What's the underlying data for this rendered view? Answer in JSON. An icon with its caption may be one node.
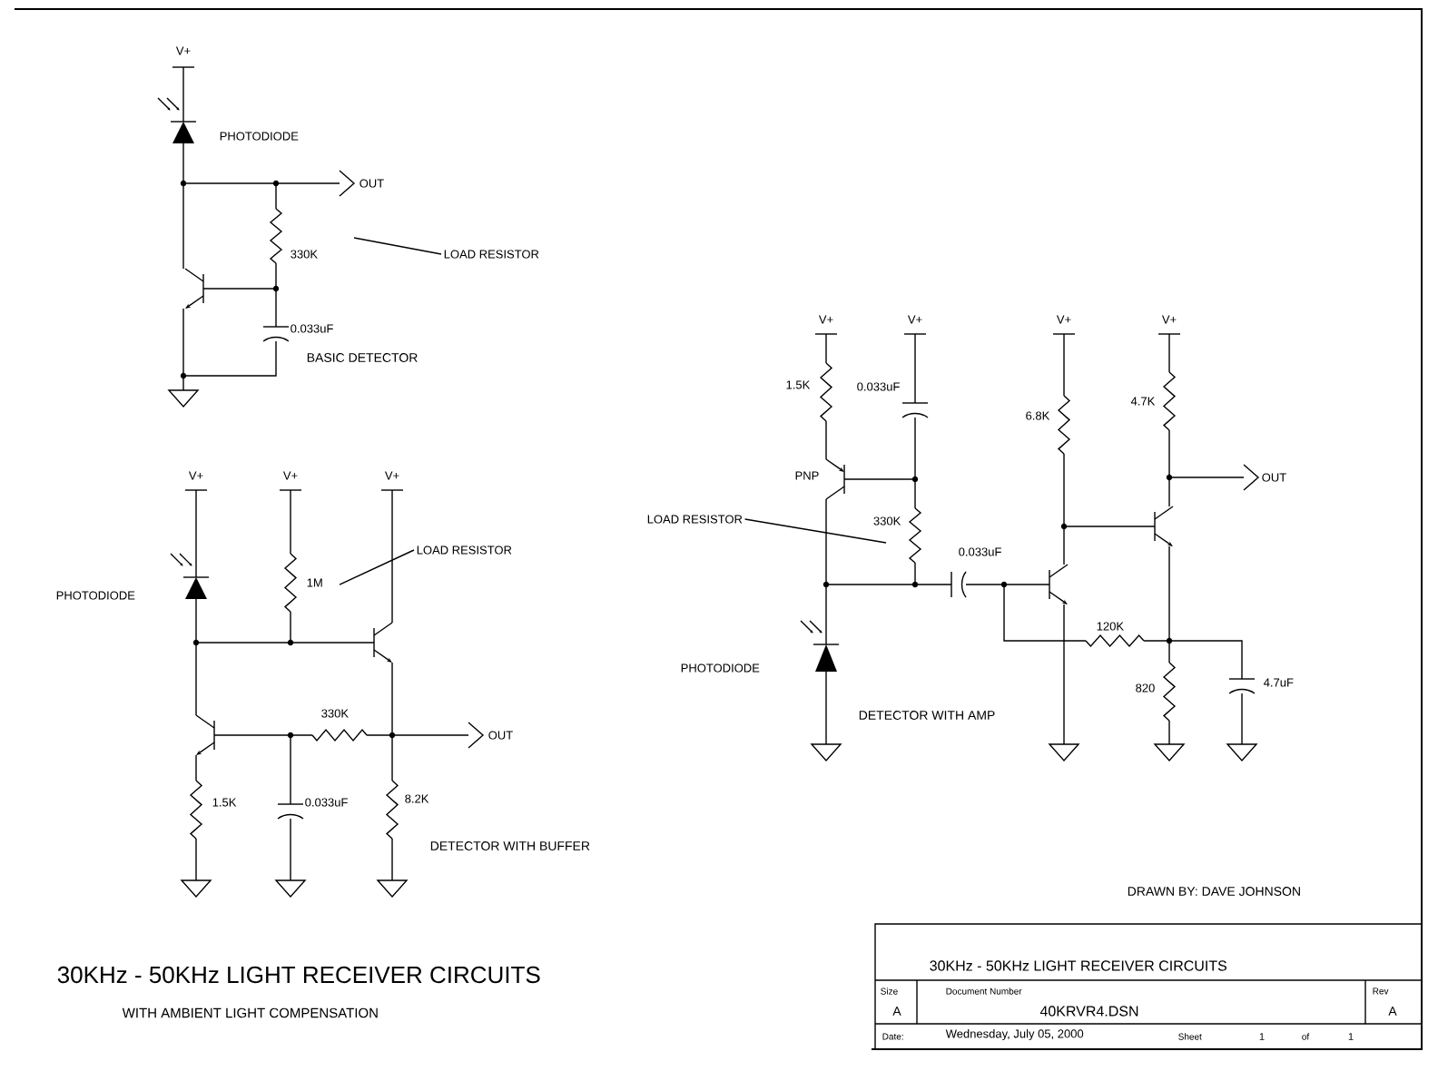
{
  "diagram": {
    "title": "30KHz - 50KHz LIGHT RECEIVER CIRCUITS",
    "caption": "WITH AMBIENT LIGHT COMPENSATION",
    "nodes": [
      {
        "text": [
          "LOAD RESISTOR"
        ]
      },
      {
        "text": [
          "LOAD RESISTOR"
        ]
      },
      {
        "text": [
          "LOAD RESISTOR"
        ]
      }
    ],
    "edges": [
      {
        "from": 0,
        "to": null,
        "arrow": "none"
      },
      {
        "from": 1,
        "to": null,
        "arrow": "none"
      },
      {
        "from": 2,
        "to": null,
        "arrow": "none"
      }
    ],
    "labels": [
      "V+",
      "PHOTODIODE",
      "OUT",
      "330K",
      "0.033uF",
      "BASIC DETECTOR",
      "V+",
      "V+",
      "V+",
      "PHOTODIODE",
      "1M",
      "330K",
      "OUT",
      "1.5K",
      "0.033uF",
      "8.2K",
      "DETECTOR WITH BUFFER",
      "V+",
      "V+",
      "V+",
      "V+",
      "1.5K",
      "0.033uF",
      "6.8K",
      "4.7K",
      "PNP",
      "OUT",
      "330K",
      "0.033uF",
      "120K",
      "PHOTODIODE",
      "820",
      "4.7uF",
      "DETECTOR WITH AMP",
      "DRAWN BY: DAVE JOHNSON",
      "30KHz - 50KHz LIGHT RECEIVER CIRCUITS",
      "Size",
      "A",
      "Document Number",
      "40KRVR4.DSN",
      "Rev",
      "A",
      "Date:",
      "Wednesday, July 05, 2000",
      "Sheet",
      "1",
      "of",
      "1"
    ]
  }
}
